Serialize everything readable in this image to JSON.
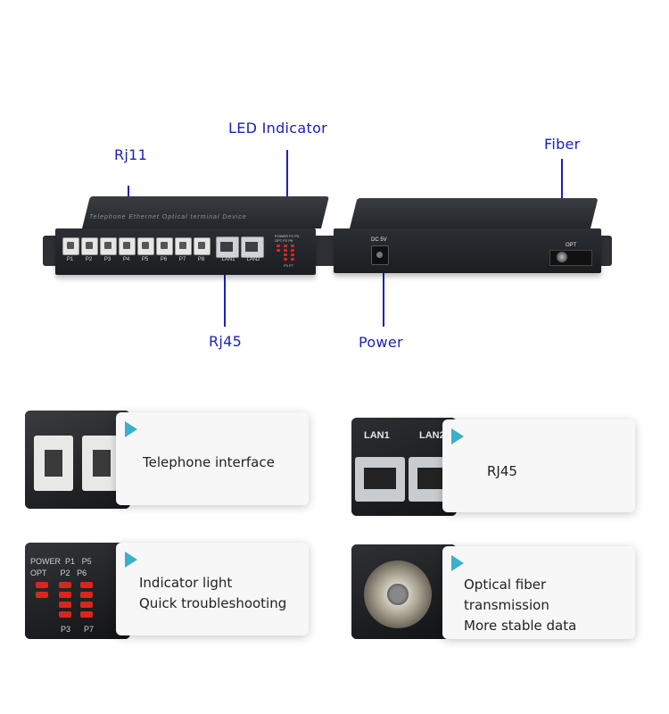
{
  "callouts": {
    "led_indicator": "LED Indicator",
    "rj11": "Rj11",
    "fiber": "Fiber",
    "rj45": "Rj45",
    "power": "Power"
  },
  "device1": {
    "top_text": "Telephone Ethernet Optical terminal Device",
    "ports": [
      "P1",
      "P2",
      "P3",
      "P4",
      "P5",
      "P6",
      "P7",
      "P8"
    ],
    "lan": [
      "LAN1",
      "LAN2"
    ],
    "led_header": [
      "POWER",
      "P1",
      "P5"
    ],
    "led_header2": [
      "OPT",
      "P2",
      "P6"
    ],
    "led_footer": [
      "P3",
      "P7"
    ]
  },
  "device2": {
    "dc_label": "DC 5V",
    "opt_label": "OPT"
  },
  "features": [
    {
      "lines": [
        "Telephone interface"
      ]
    },
    {
      "lines": [
        "RJ45"
      ]
    },
    {
      "lines": [
        "Indicator light",
        "Quick troubleshooting"
      ]
    },
    {
      "lines": [
        "Optical fiber transmission",
        "More stable data"
      ]
    }
  ],
  "photos": {
    "lan_labels": [
      "LAN1",
      "LAN2"
    ],
    "led_labels": {
      "row1": [
        "POWER",
        "P1",
        "P5"
      ],
      "row2": [
        "OPT",
        "P2",
        "P6"
      ],
      "row3": [
        "P3",
        "P7"
      ]
    }
  },
  "colors": {
    "callout": "#1a22b5",
    "arrow": "#3ab0c9",
    "led": "#e2231f"
  }
}
